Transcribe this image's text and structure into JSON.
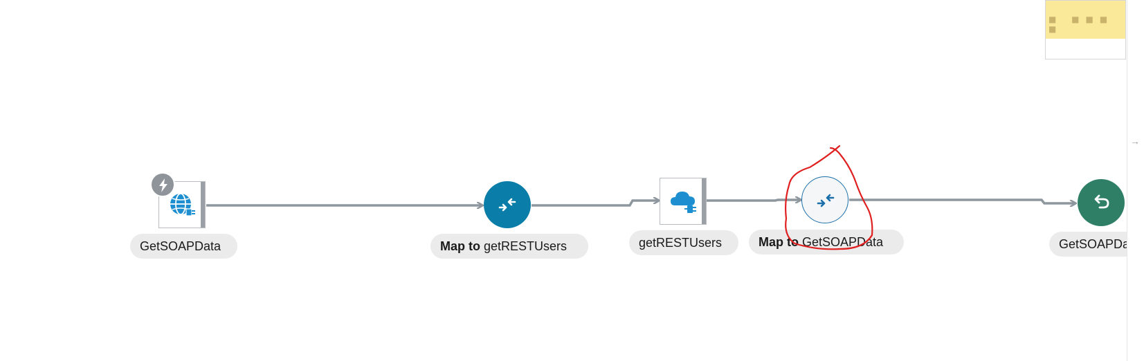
{
  "nodes": {
    "trigger": {
      "label": "GetSOAPData",
      "icon": "soap-adapter-icon"
    },
    "map_rest": {
      "prefix": "Map to",
      "target": "getRESTUsers",
      "icon": "map-arrows-icon"
    },
    "invoke_rest": {
      "label": "getRESTUsers",
      "icon": "cloud-adapter-icon"
    },
    "map_soap": {
      "prefix": "Map to",
      "target": "GetSOAPData",
      "icon": "map-arrows-icon"
    },
    "return": {
      "label": "GetSOAPData",
      "icon": "return-arrow-icon"
    }
  },
  "colors": {
    "connector": "#8e979e",
    "map_filled": "#0a7ea8",
    "return": "#2f7f67",
    "annotation": "#e02020"
  },
  "side_panel": {
    "arrow": "→"
  }
}
